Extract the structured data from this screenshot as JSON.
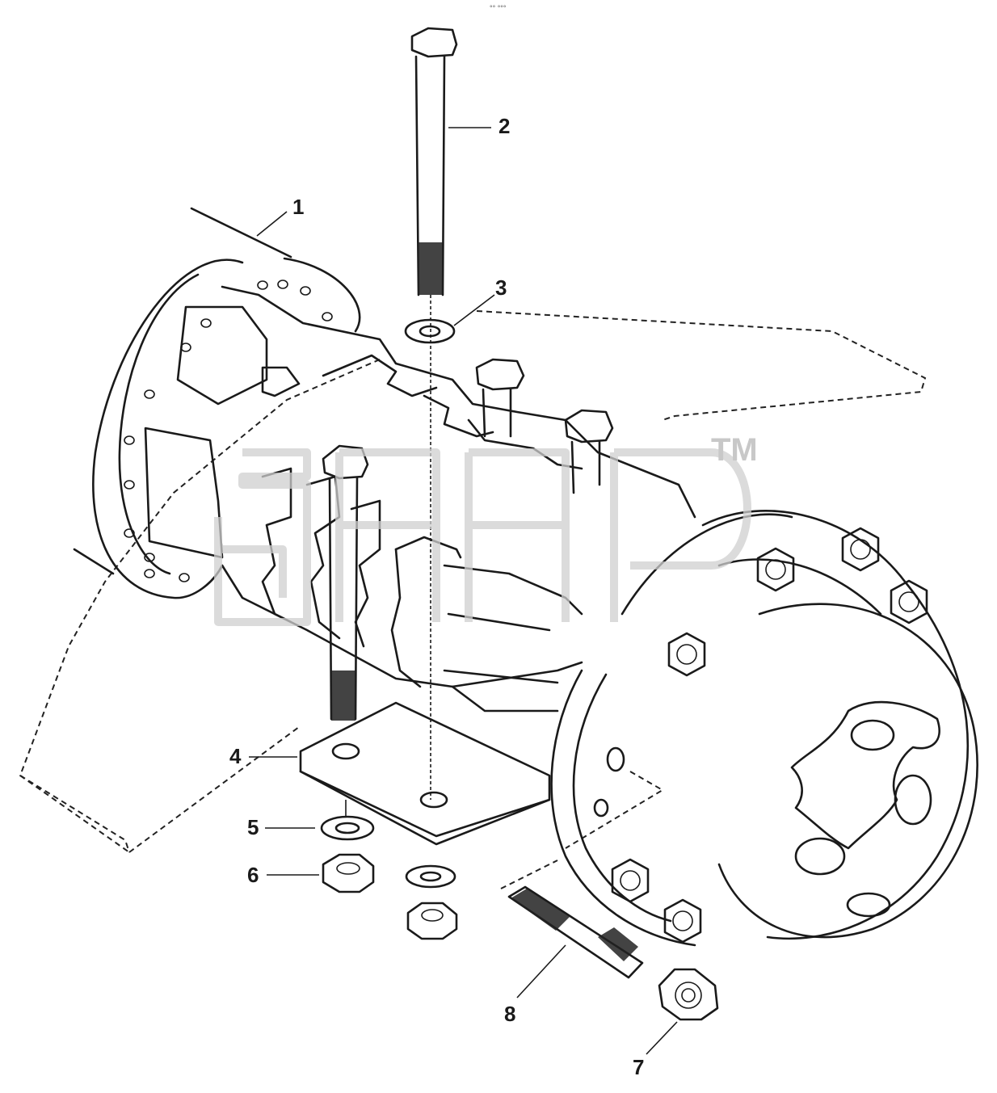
{
  "top_mark": "°° °°°",
  "watermark": {
    "trademark": "TM"
  },
  "callouts": [
    {
      "id": "1",
      "label": "1"
    },
    {
      "id": "2",
      "label": "2"
    },
    {
      "id": "3",
      "label": "3"
    },
    {
      "id": "4",
      "label": "4"
    },
    {
      "id": "5",
      "label": "5"
    },
    {
      "id": "6",
      "label": "6"
    },
    {
      "id": "7",
      "label": "7"
    },
    {
      "id": "8",
      "label": "8"
    }
  ],
  "colors": {
    "line": "#1a1a1a",
    "watermark": "#cfcfcf",
    "background": "#ffffff"
  }
}
